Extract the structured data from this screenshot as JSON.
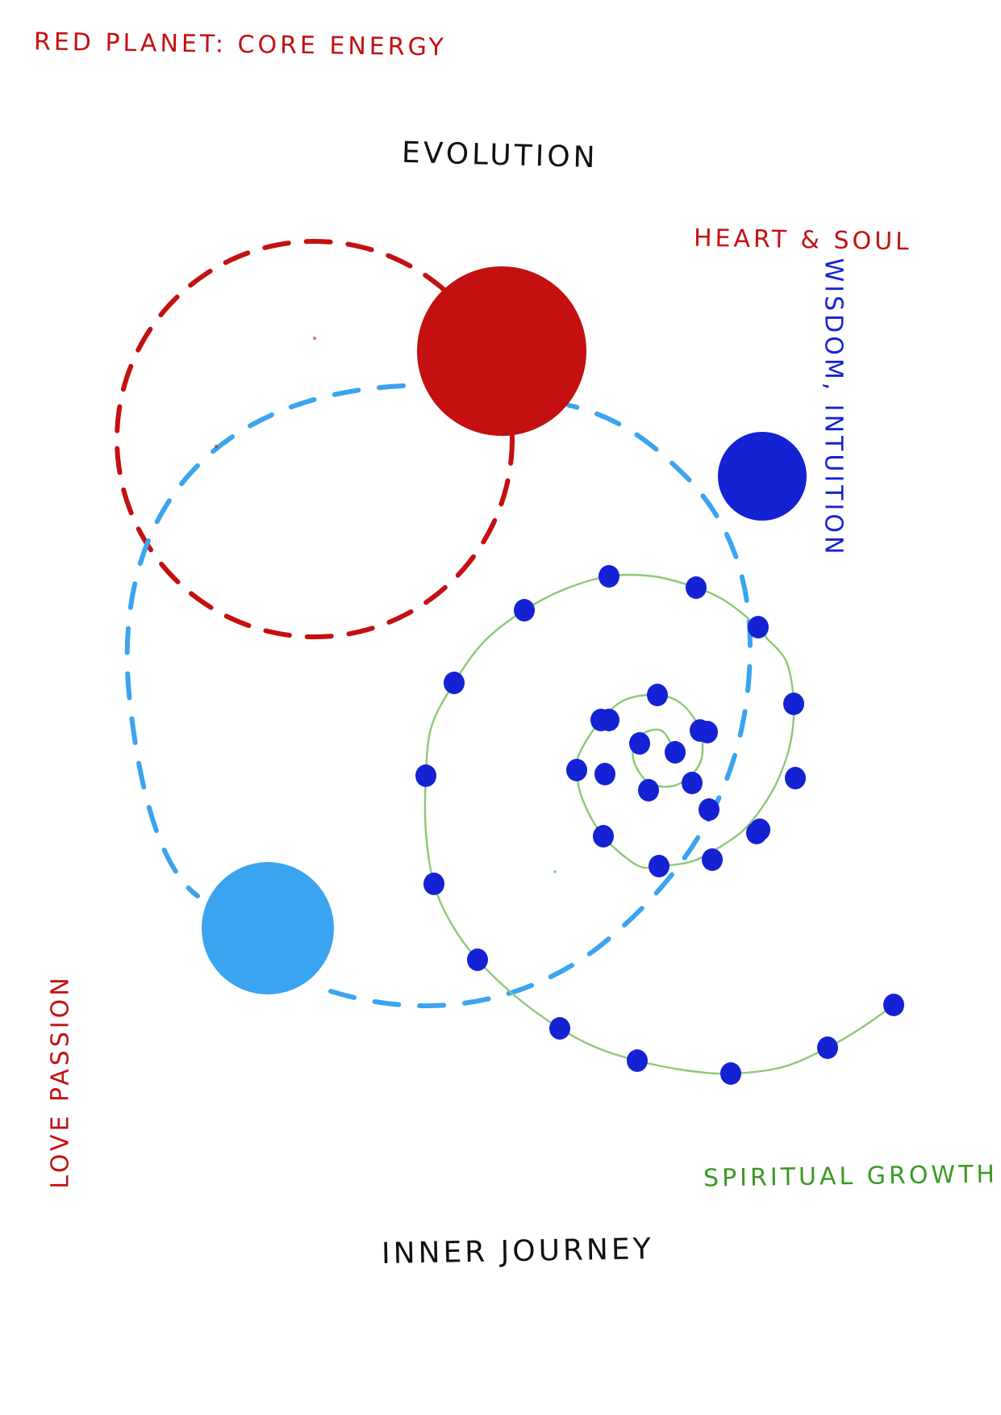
{
  "labels": {
    "core": "Red planet: core energy",
    "evolution": "Evolution",
    "heart": "Heart & soul",
    "wisdom": "Wisdom, intuition",
    "love": "Love passion",
    "spiritual": "Spiritual growth",
    "journey": "Inner journey"
  },
  "colors": {
    "red": "#c41010",
    "dark_blue": "#1422d4",
    "light_blue": "#3aa4f0",
    "green": "#3a9a22",
    "black": "#111111",
    "spiral_line": "#8cc878"
  }
}
